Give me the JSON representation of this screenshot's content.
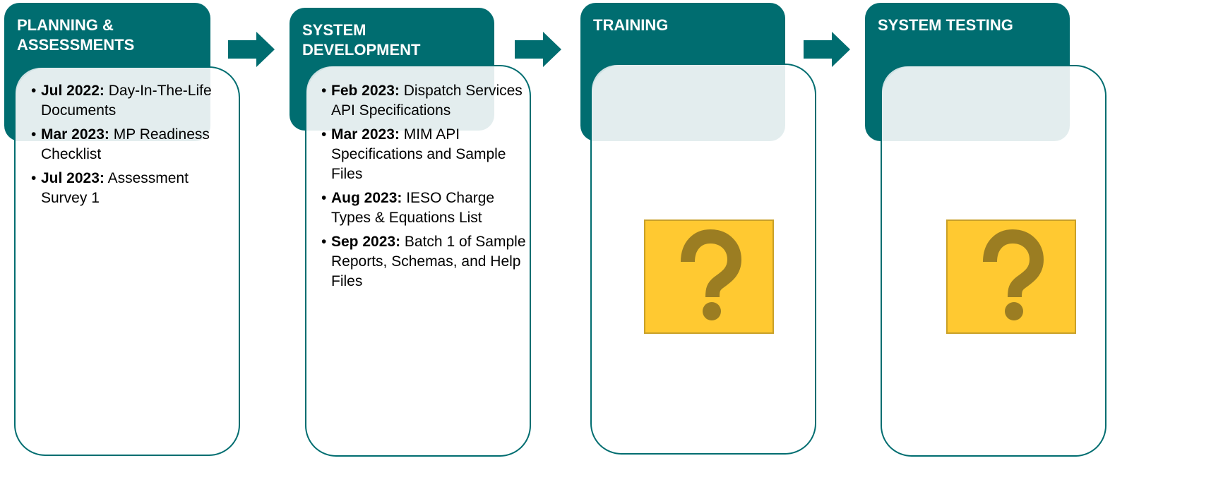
{
  "stages": [
    {
      "title": "PLANNING & ASSESSMENTS",
      "items": [
        {
          "date": "Jul 2022:",
          "text": "Day-In-The-Life Documents"
        },
        {
          "date": "Mar 2023:",
          "text": "MP Readiness Checklist"
        },
        {
          "date": "Jul 2023:",
          "text": "Assessment Survey 1"
        }
      ]
    },
    {
      "title": "SYSTEM DEVELOPMENT",
      "items": [
        {
          "date": "Feb 2023:",
          "text": "Dispatch Services API Specifications"
        },
        {
          "date": "Mar 2023:",
          "text": "MIM API Specifications and Sample Files"
        },
        {
          "date": "Aug 2023:",
          "text": "IESO Charge Types & Equations List"
        },
        {
          "date": "Sep 2023:",
          "text": "Batch 1 of Sample Reports, Schemas, and Help Files"
        }
      ]
    },
    {
      "title": "TRAINING",
      "items": [],
      "placeholder_icon": "question-mark-icon"
    },
    {
      "title": "SYSTEM TESTING",
      "items": [],
      "placeholder_icon": "question-mark-icon"
    }
  ],
  "colors": {
    "header": "#006d70",
    "card_border": "#006d70",
    "placeholder_fill": "#ffc931",
    "question_mark": "#9b7d22"
  }
}
